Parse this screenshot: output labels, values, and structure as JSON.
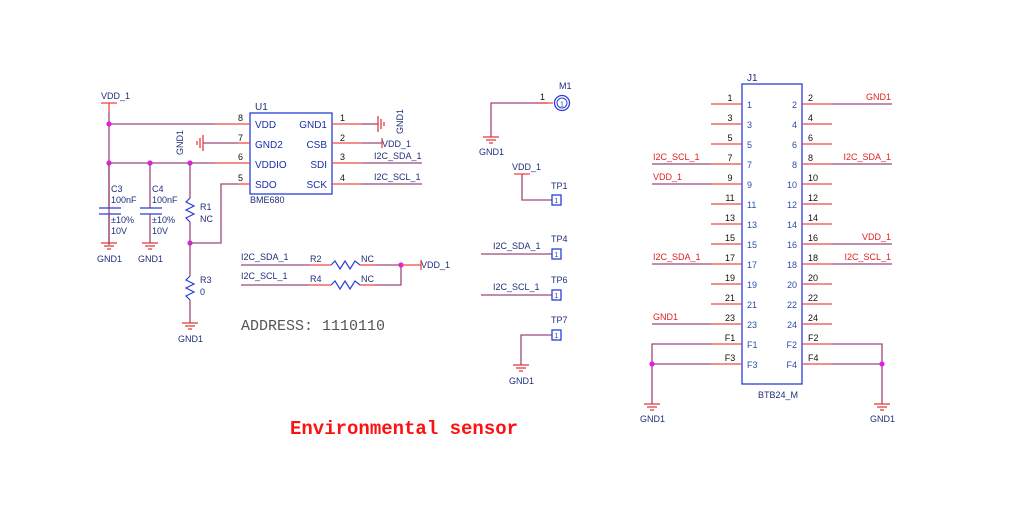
{
  "title": "Environmental sensor",
  "address_note": "ADDRESS:  1110110",
  "nets": {
    "vdd": "VDD_1",
    "gnd": "GND1",
    "sda": "I2C_SDA_1",
    "scl": "I2C_SCL_1"
  },
  "u1": {
    "ref": "U1",
    "part": "BME680",
    "left_pins": [
      {
        "num": "8",
        "name": "VDD"
      },
      {
        "num": "7",
        "name": "GND2"
      },
      {
        "num": "6",
        "name": "VDDIO"
      },
      {
        "num": "5",
        "name": "SDO"
      }
    ],
    "right_pins": [
      {
        "num": "1",
        "name": "GND1"
      },
      {
        "num": "2",
        "name": "CSB"
      },
      {
        "num": "3",
        "name": "SDI"
      },
      {
        "num": "4",
        "name": "SCK"
      }
    ]
  },
  "caps": [
    {
      "ref": "C3",
      "value": "100nF",
      "tol": "±10%",
      "volt": "10V"
    },
    {
      "ref": "C4",
      "value": "100nF",
      "tol": "±10%",
      "volt": "10V"
    }
  ],
  "resistors": {
    "r1": {
      "ref": "R1",
      "value": "NC"
    },
    "r3": {
      "ref": "R3",
      "value": "0"
    },
    "r2": {
      "ref": "R2",
      "value": "NC"
    },
    "r4": {
      "ref": "R4",
      "value": "NC"
    }
  },
  "mount": {
    "ref": "M1",
    "pin": "1",
    "glyph": "1"
  },
  "testpoints": [
    {
      "ref": "TP1",
      "net": "VDD_1",
      "glyph": "1"
    },
    {
      "ref": "TP4",
      "net": "I2C_SDA_1",
      "glyph": "1"
    },
    {
      "ref": "TP6",
      "net": "I2C_SCL_1",
      "glyph": "1"
    },
    {
      "ref": "TP7",
      "net": "GND1",
      "glyph": "1"
    }
  ],
  "j1": {
    "ref": "J1",
    "part": "BTB24_M",
    "left": [
      {
        "num": "1",
        "net": ""
      },
      {
        "num": "3",
        "net": ""
      },
      {
        "num": "5",
        "net": ""
      },
      {
        "num": "7",
        "net": "I2C_SCL_1"
      },
      {
        "num": "9",
        "net": "VDD_1"
      },
      {
        "num": "11",
        "net": ""
      },
      {
        "num": "13",
        "net": ""
      },
      {
        "num": "15",
        "net": ""
      },
      {
        "num": "17",
        "net": "I2C_SDA_1"
      },
      {
        "num": "19",
        "net": ""
      },
      {
        "num": "21",
        "net": ""
      },
      {
        "num": "23",
        "net": "GND1"
      },
      {
        "num": "F1",
        "net": ""
      },
      {
        "num": "F3",
        "net": ""
      }
    ],
    "right": [
      {
        "num": "2",
        "net": "GND1"
      },
      {
        "num": "4",
        "net": ""
      },
      {
        "num": "6",
        "net": ""
      },
      {
        "num": "8",
        "net": "I2C_SDA_1"
      },
      {
        "num": "10",
        "net": ""
      },
      {
        "num": "12",
        "net": ""
      },
      {
        "num": "14",
        "net": ""
      },
      {
        "num": "16",
        "net": "VDD_1"
      },
      {
        "num": "18",
        "net": "I2C_SCL_1"
      },
      {
        "num": "20",
        "net": ""
      },
      {
        "num": "22",
        "net": ""
      },
      {
        "num": "24",
        "net": ""
      },
      {
        "num": "F2",
        "net": ""
      },
      {
        "num": "F4",
        "net": ""
      }
    ]
  }
}
